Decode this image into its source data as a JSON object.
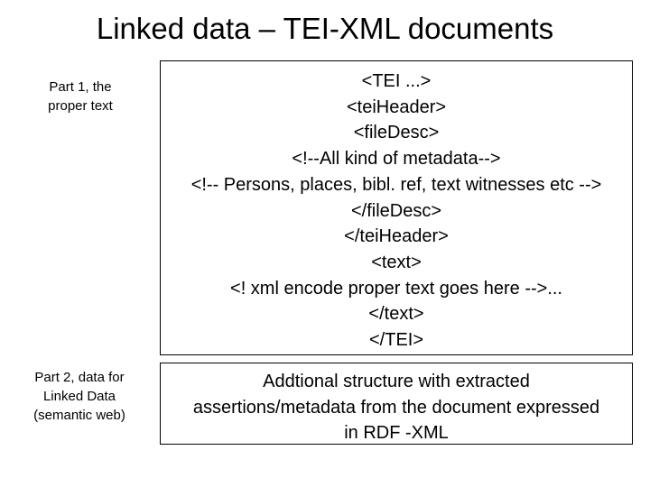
{
  "slide": {
    "title": "Linked data – TEI-XML documents",
    "background_color": "#ffffff",
    "text_color": "#000000",
    "border_color": "#000000"
  },
  "captions": {
    "part1": {
      "line1": "Part 1, the",
      "line2": "proper text"
    },
    "part2": {
      "line1": "Part 2, data for",
      "line2": "Linked Data",
      "line3": "(semantic web)"
    }
  },
  "xml_box": {
    "lines": [
      "<TEI ...>",
      "<teiHeader>",
      "<fileDesc>",
      "<!--All kind of metadata-->",
      "<!-- Persons, places, bibl. ref, text witnesses etc -->",
      "</fileDesc>",
      "</teiHeader>",
      "<text>",
      "<! xml encode proper text goes here -->...",
      "</text>",
      "</TEI>"
    ]
  },
  "rdf_box": {
    "lines": [
      "Addtional structure with extracted",
      "assertions/metadata from the document expressed",
      "in RDF -XML"
    ]
  }
}
